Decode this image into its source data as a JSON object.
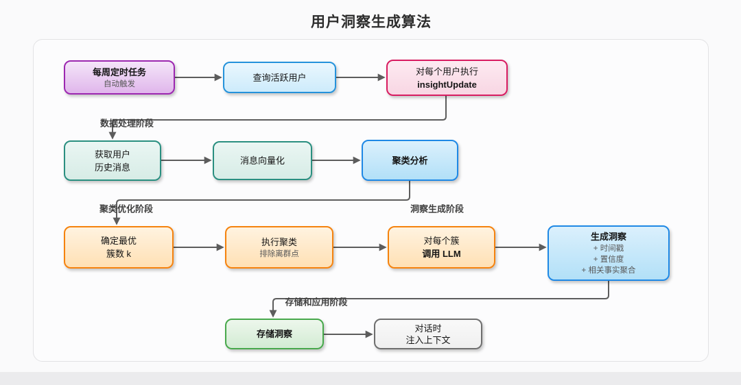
{
  "title": "用户洞察生成算法",
  "nodes": {
    "weekly_task": {
      "line1": "每周定时任务",
      "line2": "自动触发"
    },
    "query_active": {
      "line1": "查询活跃用户"
    },
    "insight_update": {
      "line1": "对每个用户执行",
      "line2": "insightUpdate"
    },
    "fetch_history": {
      "line1": "获取用户",
      "line2": "历史消息"
    },
    "vectorize": {
      "line1": "消息向量化"
    },
    "cluster_analysis": {
      "line1": "聚类分析"
    },
    "optimal_k": {
      "line1": "确定最优",
      "line2": "簇数 k"
    },
    "run_clustering": {
      "line1": "执行聚类",
      "line2": "排除离群点"
    },
    "per_cluster_llm": {
      "line1": "对每个簇",
      "line2": "调用 LLM"
    },
    "generate_insight": {
      "line1": "生成洞察",
      "line2": "+ 时间戳",
      "line3": "+ 置信度",
      "line4": "+ 相关事实聚合"
    },
    "store_insight": {
      "line1": "存储洞察"
    },
    "inject_context": {
      "line1": "对话时",
      "line2": "注入上下文"
    }
  },
  "edge_labels": {
    "data_processing": "数据处理阶段",
    "cluster_optimization": "聚类优化阶段",
    "insight_generation": "洞察生成阶段",
    "storage_application": "存储和应用阶段"
  },
  "colors": {
    "edge": "#5c5c5c",
    "purple_border": "#9c27b0",
    "sky_border": "#2492db",
    "pink_border": "#d81b60",
    "teal_border": "#2a8f80",
    "blue_border": "#1e88e5",
    "orange_border": "#f5820d",
    "green_border": "#47a84b",
    "gray_border": "#6e6e6e"
  }
}
